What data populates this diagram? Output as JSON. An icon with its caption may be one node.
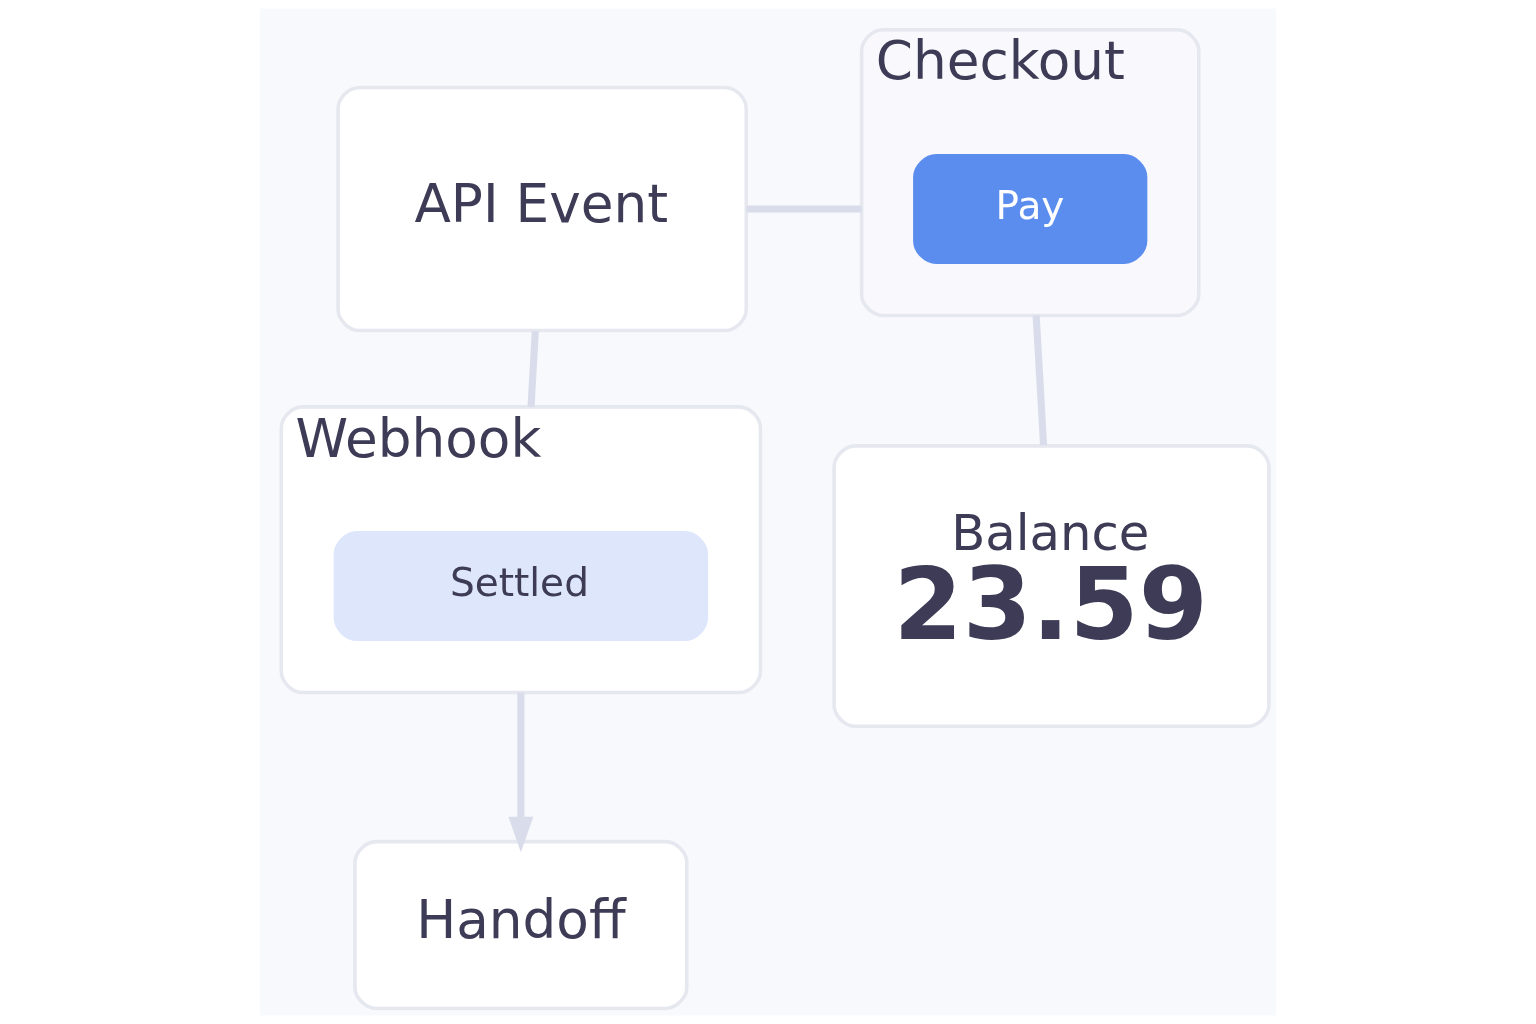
{
  "diagram": {
    "nodes": [
      {
        "text": [
          "API Event"
        ]
      },
      {
        "text": [
          "Checkout"
        ]
      },
      {
        "text": [
          "Pay"
        ],
        "in": 1
      },
      {
        "text": [
          "Webhook"
        ]
      },
      {
        "text": [
          "Settled"
        ],
        "in": 3
      },
      {
        "text": [
          "Balance",
          "23.59"
        ]
      },
      {
        "text": [
          "Handoff"
        ]
      }
    ],
    "edges": [
      {
        "from": 0,
        "to": 1,
        "arrow": "none"
      },
      {
        "from": 0,
        "to": 3,
        "arrow": "none"
      },
      {
        "from": 1,
        "to": 5,
        "arrow": "none"
      },
      {
        "from": 3,
        "to": 6,
        "arrow": "to"
      }
    ]
  }
}
